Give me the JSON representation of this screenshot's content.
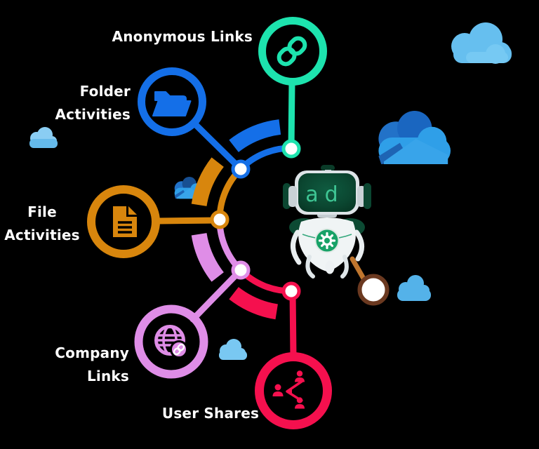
{
  "background_color": "#000000",
  "categories": [
    {
      "label": "Anonymous Links",
      "icon": "link-icon",
      "color": "#1DE3AE"
    },
    {
      "label": "Folder Activities",
      "icon": "folder-open-icon",
      "color": "#146FE8"
    },
    {
      "label": "File Activities",
      "icon": "file-document-icon",
      "color": "#D8860D"
    },
    {
      "label": "Company Links",
      "icon": "globe-link-icon",
      "color": "#DF8DE7"
    },
    {
      "label": "User Shares",
      "icon": "share-users-icon",
      "color": "#F5104E"
    }
  ],
  "robot": {
    "screen_text": "ad"
  },
  "decorations": {
    "onedrive_logo_icon": "onedrive-cloud-logo",
    "cloud_icon": "light-blue-cloud",
    "magnifier_icon": "magnifying-glass"
  }
}
